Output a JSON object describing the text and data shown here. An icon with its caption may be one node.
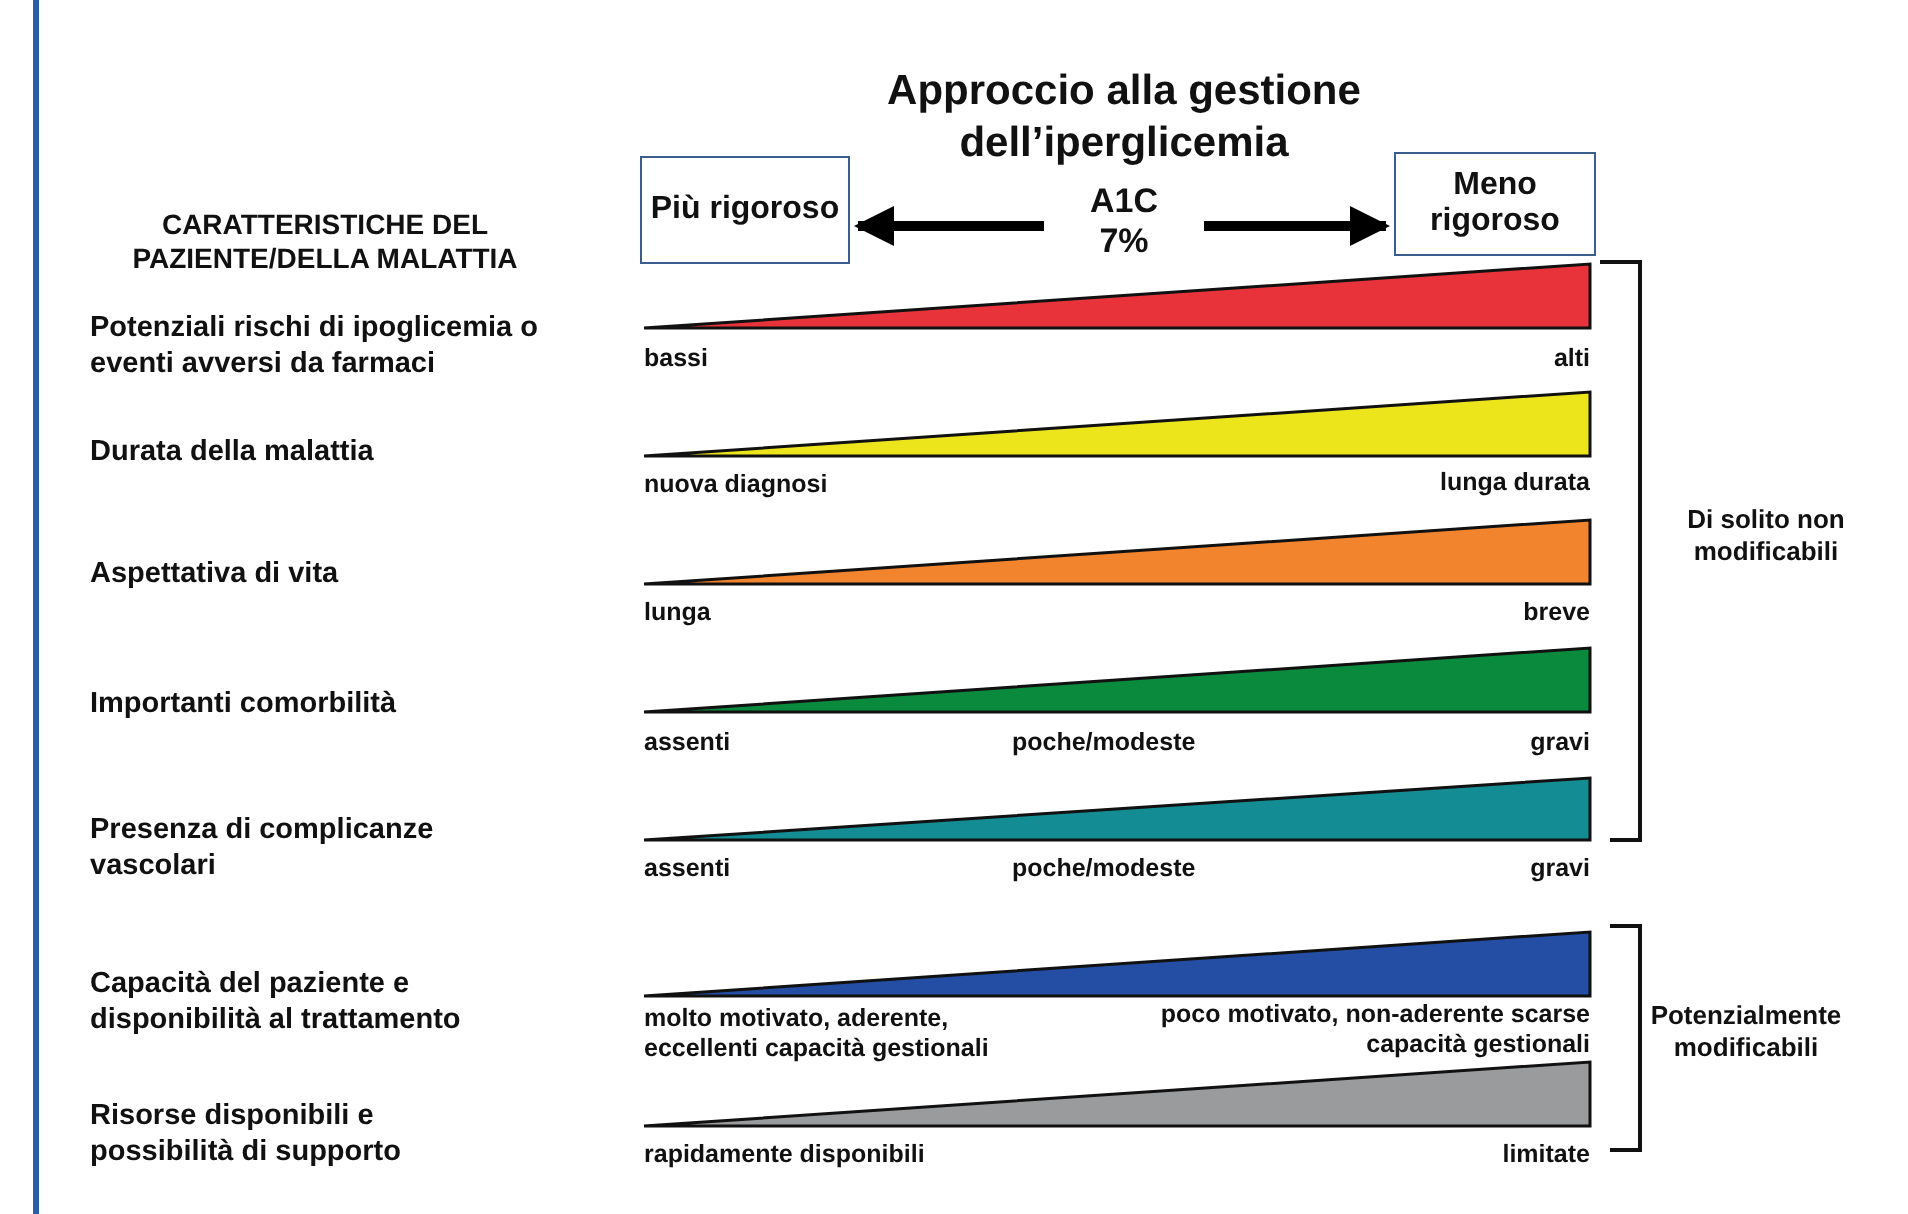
{
  "diagram": {
    "title": "Approccio alla gestione dell’iperglicemia",
    "nodes": [
      {
        "text": [
          "Più rigoroso"
        ]
      },
      {
        "text": [
          "A1C 7%"
        ]
      },
      {
        "text": [
          "Meno rigoroso"
        ]
      },
      {
        "text": [],
        "shape": "triangle"
      },
      {
        "text": [],
        "shape": "triangle"
      },
      {
        "text": [],
        "shape": "triangle"
      },
      {
        "text": [],
        "shape": "triangle"
      },
      {
        "text": [],
        "shape": "triangle"
      },
      {
        "text": [],
        "shape": "triangle"
      },
      {
        "text": [],
        "shape": "triangle"
      }
    ],
    "edges": [
      {
        "from": 1,
        "to": 0,
        "arrow": "to"
      },
      {
        "from": 1,
        "to": 2,
        "arrow": "to"
      }
    ],
    "labels": [
      "CARATTERISTICHE DEL PAZIENTE/DELLA MALATTIA",
      "Potenziali rischi di ipoglicemia o eventi avversi da farmaci",
      "bassi",
      "alti",
      "Durata della malattia",
      "nuova diagnosi",
      "lunga durata",
      "Aspettativa di vita",
      "lunga",
      "breve",
      "Importanti comorbilità",
      "assenti",
      "poche/modeste",
      "gravi",
      "Presenza di complicanze vascolari",
      "assenti",
      "poche/modeste",
      "gravi",
      "Capacità del paziente e disponibilità al trattamento",
      "molto motivato, aderente, eccellenti capacità gestionali",
      "poco motivato, non-aderente scarse capacità gestionali",
      "Risorse disponibili e possibilità di supporto",
      "rapidamente disponibili",
      "limitate",
      "Di solito non modificabili",
      "Potenzialmente modificabili"
    ]
  }
}
